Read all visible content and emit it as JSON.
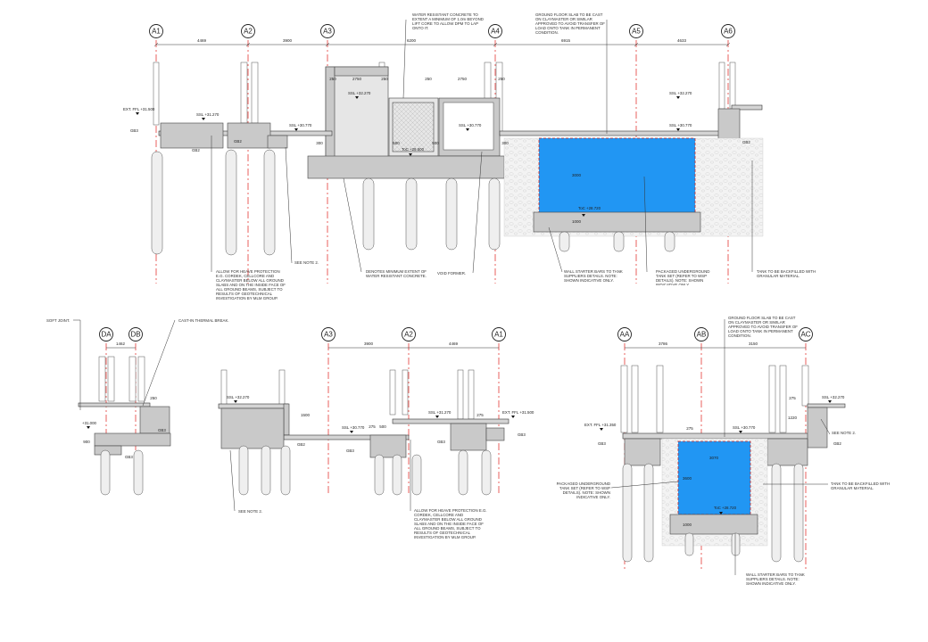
{
  "sections": {
    "top": {
      "grids": [
        "A1",
        "A2",
        "A3",
        "A4",
        "A5",
        "A6"
      ],
      "dims": [
        "4469",
        "3900",
        "6200",
        "6915",
        "4633"
      ],
      "levels": [
        "EXT. FFL +31.500",
        "SSL +31.270",
        "SSL +30.770",
        "SSL +32.270",
        "SSL +30.770",
        "SSL +30.770",
        "SSL +32.270",
        "SSL +30.770",
        "ToC +29.500",
        "ToC +28.720"
      ],
      "beams": [
        "GB3",
        "GB2",
        "GB2",
        "GB2"
      ],
      "small_dims": [
        "250",
        "2750",
        "250",
        "250",
        "2750",
        "250",
        "275",
        "300",
        "300",
        "1000",
        "300",
        "500",
        "1000",
        "275",
        "500",
        "500",
        "275",
        "3000",
        "1000"
      ],
      "notes": [
        "WATER RESISTANT CONCRETE TO EXTENT A MINIMUM OF 1.0m BEYOND LIFT CORE TO ALLOW DPM TO LAP ONTO IT.",
        "GROUND FLOOR SLAB TO BE CAST ON CLAYMASTER OR SIMILAR APPROVED TO AVOID TRANSFER OF LOAD ONTO TANK IN PERMANENT CONDITION.",
        "SEE NOTE 2.",
        "ALLOW FOR HEAVE PROTECTION E.G. CORDEK, CELLCORE AND CLAYMASTER BELOW ALL GROUND SLABS AND ON THE INSIDE FACE OF ALL GROUND BEAMS, SUBJECT TO RESULTS OF GEOTECHNICAL INVESTIGATION BY MLM GROUP.",
        "DENOTES MINIMUM EXTENT OF WATER RESISTANT CONCRETE.",
        "VOID FORMER.",
        "WALL STARTER BARS TO TANK SUPPLIERS DETAILS. NOTE: SHOWN INDICATIVE ONLY.",
        "PACKAGED UNDERGROUND TANK SET (REFER TO WSP DETAILS). NOTE: SHOWN INDICATIVE ONLY.",
        "TANK TO BE BACKFILLED WITH GRANULAR MATERIAL."
      ]
    },
    "left": {
      "grids": [
        "DA",
        "DB"
      ],
      "dims": [
        "1462"
      ],
      "levels": [
        "+31.000"
      ],
      "beams": [
        "GB3",
        "GB3"
      ],
      "small_dims": [
        "250",
        "900"
      ],
      "notes": [
        "SOFT JOINT.",
        "CAST-IN THERMAL BREAK."
      ]
    },
    "middle": {
      "grids": [
        "A3",
        "A2",
        "A1"
      ],
      "dims": [
        "3900",
        "4469"
      ],
      "levels": [
        "SSL +32.270",
        "SSL +30.770",
        "SSL +31.270",
        "EXT. FFL +31.500"
      ],
      "beams": [
        "GB2",
        "GB3",
        "GB3",
        "GB3"
      ],
      "small_dims": [
        "1500",
        "275",
        "500",
        "275"
      ],
      "notes": [
        "SEE NOTE 2.",
        "ALLOW FOR HEAVE PROTECTION E.G. CORDEK, CELLCORE AND CLAYMASTER BELOW ALL GROUND SLABS AND ON THE INSIDE FACE OF ALL GROUND BEAMS, SUBJECT TO RESULTS OF GEOTECHNICAL INVESTIGATION BY MLM GROUP."
      ]
    },
    "right": {
      "grids": [
        "AA",
        "AB",
        "AC"
      ],
      "dims": [
        "3786",
        "3150"
      ],
      "levels": [
        "EXT. FFL +31.350",
        "SSL +30.770",
        "SSL +32.270",
        "ToC +28.720"
      ],
      "beams": [
        "GB3",
        "GB2"
      ],
      "small_dims": [
        "275",
        "1220",
        "275",
        "3070",
        "3600",
        "1000"
      ],
      "notes": [
        "GROUND FLOOR SLAB TO BE CAST ON CLAYMASTER OR SIMILAR APPROVED TO AVOID TRANSFER OF LOAD ONTO TANK IN PERMANENT CONDITION.",
        "SEE NOTE 2.",
        "PACKAGED UNDERGROUND TANK SET (REFER TO WSP DETAILS). NOTE: SHOWN INDICATIVE ONLY.",
        "TANK TO BE BACKFILLED WITH GRANULAR MATERIAL.",
        "WALL STARTER BARS TO TANK SUPPLIERS DETAILS. NOTE: SHOWN INDICATIVE ONLY."
      ]
    }
  },
  "colors": {
    "grid": "#e53935",
    "tank": "#2196f3",
    "tank_edge": "#c62828",
    "concrete": "#c9c9c9"
  }
}
